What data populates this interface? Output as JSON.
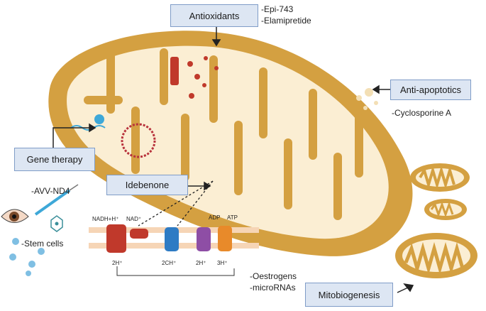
{
  "boxes": {
    "antioxidants": "Antioxidants",
    "anti_apoptotics": "Anti-apoptotics",
    "gene_therapy": "Gene therapy",
    "idebenone": "Idebenone",
    "mitobiogenesis": "Mitobiogenesis"
  },
  "notes": {
    "antioxidants": [
      "-Epi-743",
      "-Elamipretide"
    ],
    "anti_apoptotics": [
      "-Cyclosporine A"
    ],
    "gene_therapy": [
      "-AVV-ND4"
    ],
    "stem_cells": [
      "-Stem cells"
    ],
    "mitobiogenesis": [
      "-Oestrogens",
      "-microRNAs"
    ]
  },
  "etc": {
    "nadh": "NADH+H⁺",
    "nad": "NAD⁺",
    "adp": "ADP",
    "atp": "ATP",
    "h1": "2H⁺",
    "h2": "2CH⁺",
    "h3": "2H⁺",
    "h4": "3H⁺"
  },
  "colors": {
    "membrane": "#d4a041",
    "matrix": "#fbeed3",
    "box_fill": "#dde6f3",
    "box_border": "#7f9cc7",
    "complex1": "#c0392b",
    "complex2": "#2e7bc4",
    "complex3": "#8e4ea5",
    "complex4": "#e88a2a"
  }
}
